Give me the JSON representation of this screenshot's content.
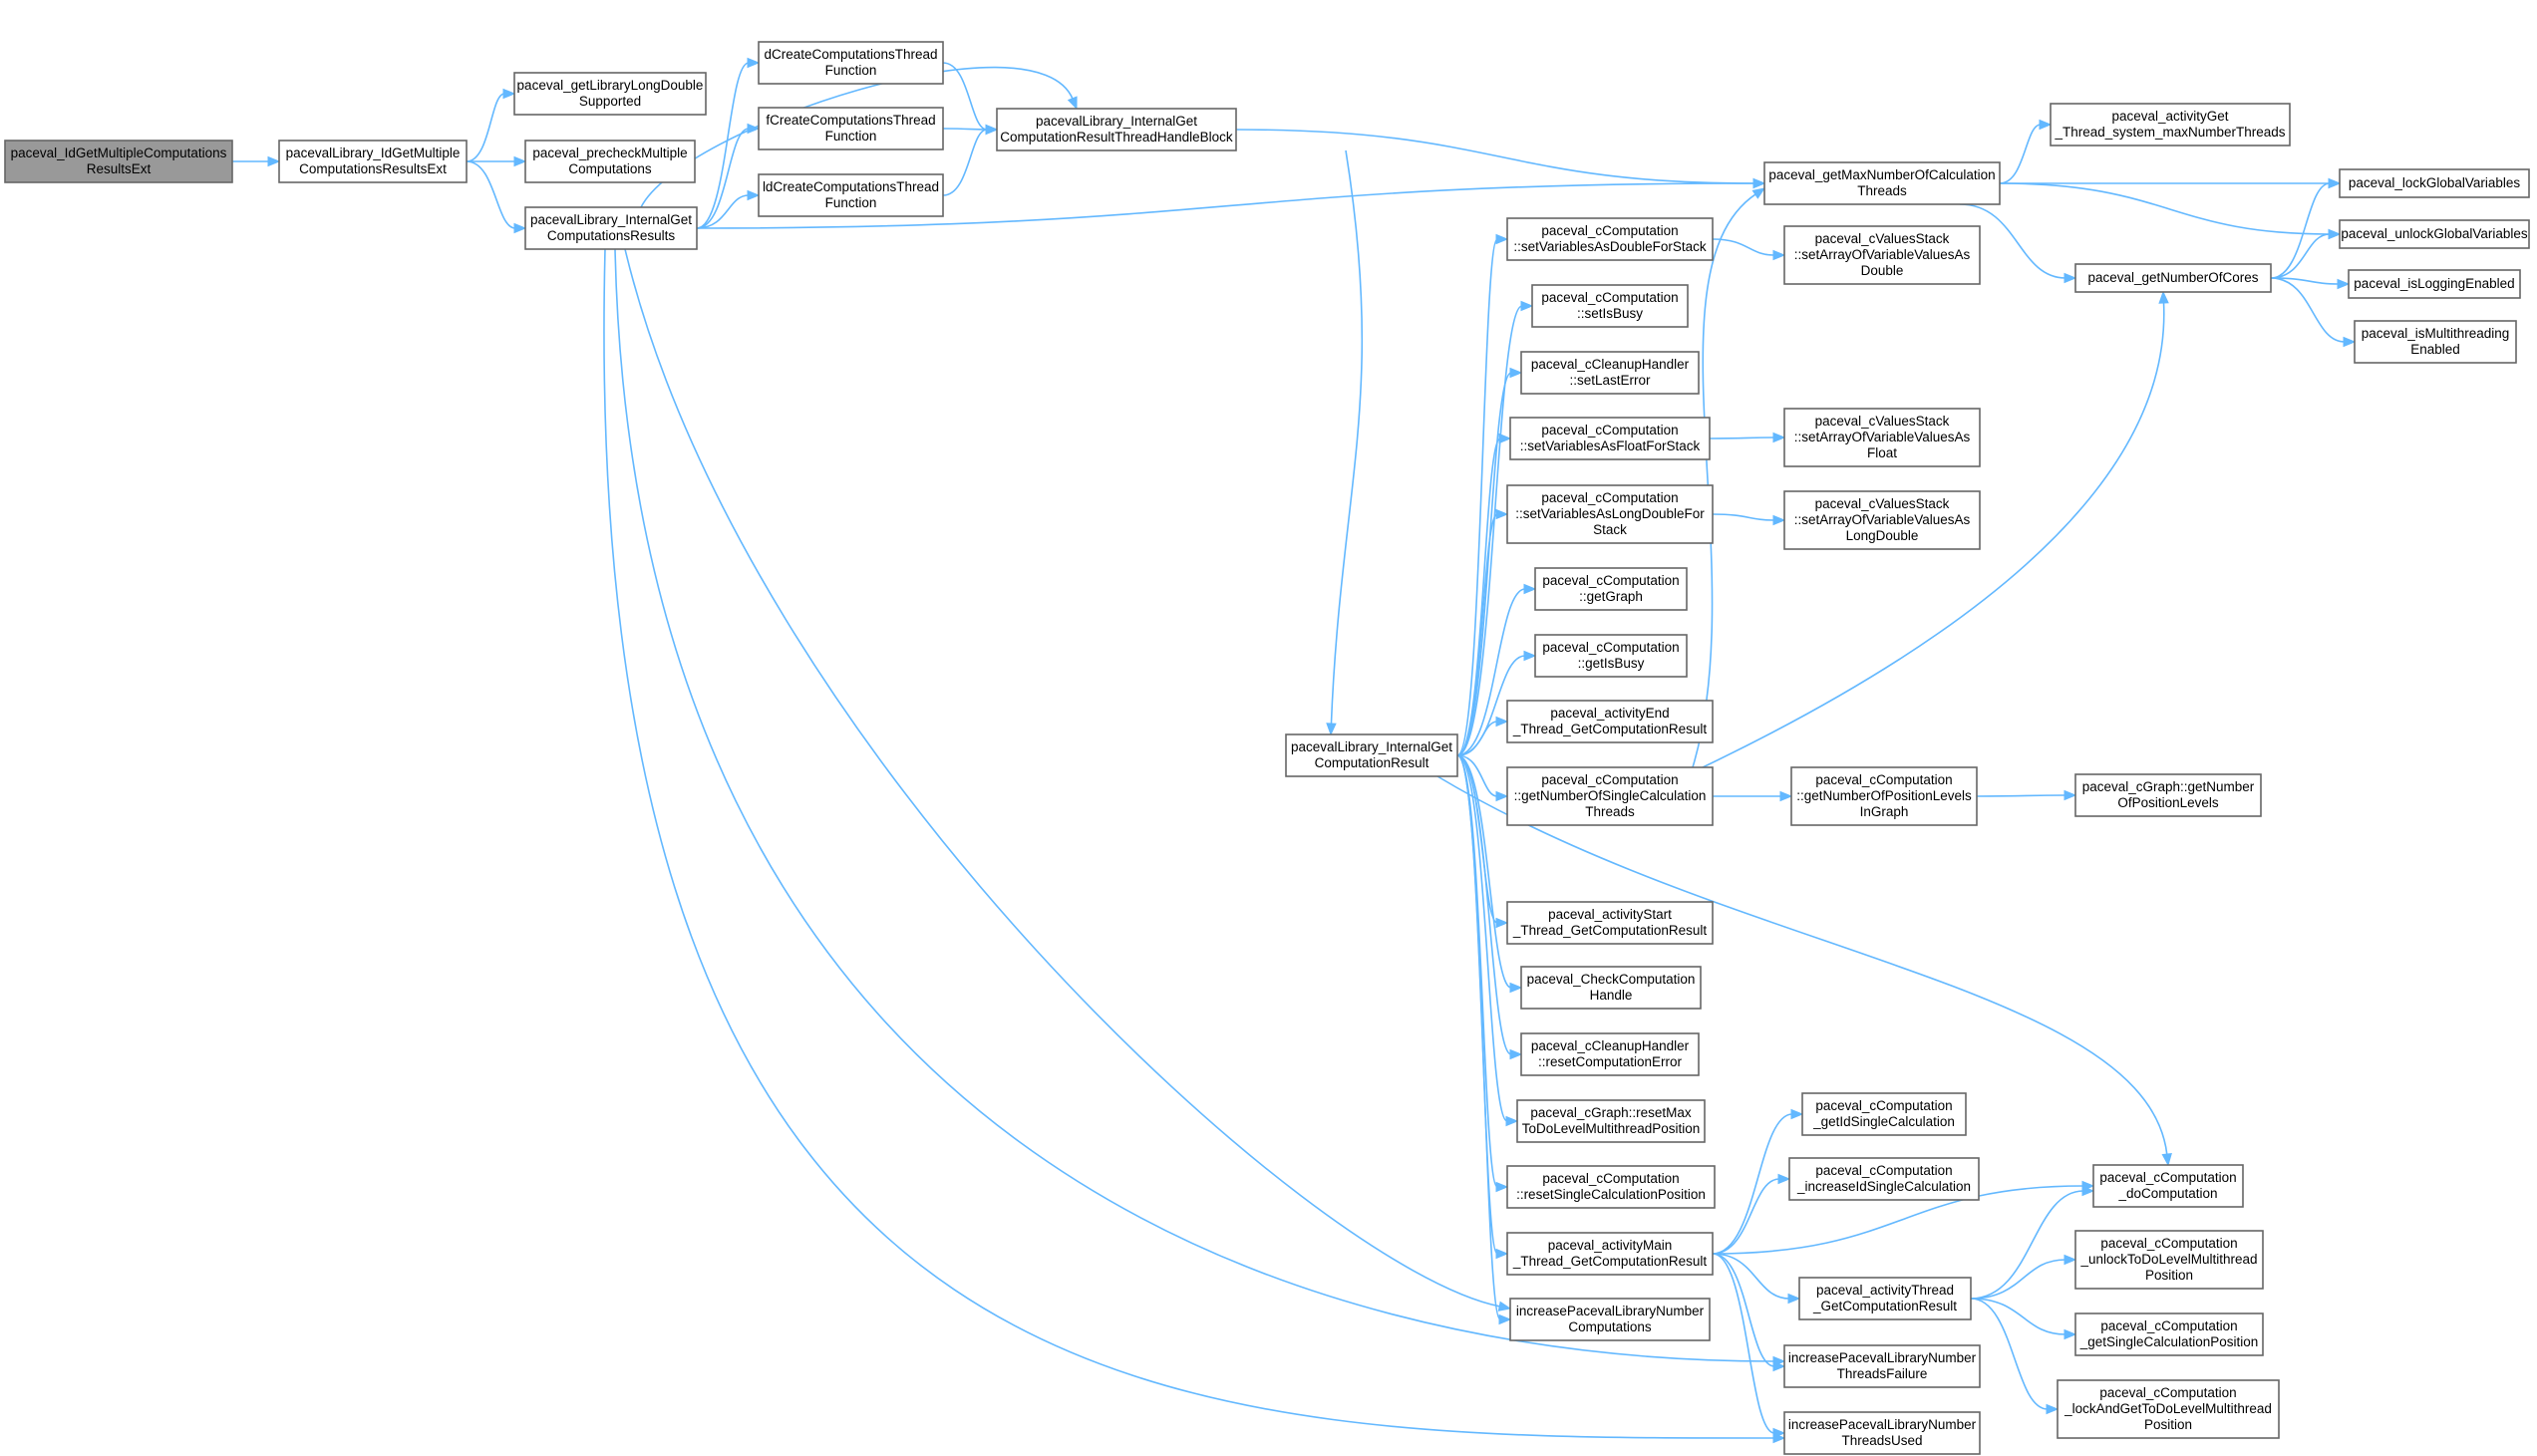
{
  "graph": {
    "edge_color": "#63b8ff",
    "node_border": "#666666",
    "root_fill": "#999999",
    "nodes": [
      {
        "id": "root",
        "lines": [
          "paceval_IdGetMultipleComputations",
          "ResultsExt"
        ]
      },
      {
        "id": "lib_id_ext",
        "lines": [
          "pacevalLibrary_IdGetMultiple",
          "ComputationsResultsExt"
        ]
      },
      {
        "id": "get_long_double",
        "lines": [
          "paceval_getLibraryLongDouble",
          "Supported"
        ]
      },
      {
        "id": "precheck",
        "lines": [
          "paceval_precheckMultiple",
          "Computations"
        ]
      },
      {
        "id": "internal_results",
        "lines": [
          "pacevalLibrary_InternalGet",
          "ComputationsResults"
        ]
      },
      {
        "id": "d_create",
        "lines": [
          "dCreateComputationsThread",
          "Function"
        ]
      },
      {
        "id": "f_create",
        "lines": [
          "fCreateComputationsThread",
          "Function"
        ]
      },
      {
        "id": "ld_create",
        "lines": [
          "ldCreateComputationsThread",
          "Function"
        ]
      },
      {
        "id": "handle_block",
        "lines": [
          "pacevalLibrary_InternalGet",
          "ComputationResultThreadHandleBlock"
        ]
      },
      {
        "id": "internal_result",
        "lines": [
          "pacevalLibrary_InternalGet",
          "ComputationResult"
        ]
      },
      {
        "id": "set_double",
        "lines": [
          "paceval_cComputation",
          "::setVariablesAsDoubleForStack"
        ]
      },
      {
        "id": "set_busy",
        "lines": [
          "paceval_cComputation",
          "::setIsBusy"
        ]
      },
      {
        "id": "set_last_error",
        "lines": [
          "paceval_cCleanupHandler",
          "::setLastError"
        ]
      },
      {
        "id": "set_float",
        "lines": [
          "paceval_cComputation",
          "::setVariablesAsFloatForStack"
        ]
      },
      {
        "id": "set_long_double",
        "lines": [
          "paceval_cComputation",
          "::setVariablesAsLongDoubleFor",
          "Stack"
        ]
      },
      {
        "id": "get_graph",
        "lines": [
          "paceval_cComputation",
          "::getGraph"
        ]
      },
      {
        "id": "get_busy",
        "lines": [
          "paceval_cComputation",
          "::getIsBusy"
        ]
      },
      {
        "id": "activity_end",
        "lines": [
          "paceval_activityEnd",
          "_Thread_GetComputationResult"
        ]
      },
      {
        "id": "num_single_threads",
        "lines": [
          "paceval_cComputation",
          "::getNumberOfSingleCalculation",
          "Threads"
        ]
      },
      {
        "id": "activity_start",
        "lines": [
          "paceval_activityStart",
          "_Thread_GetComputationResult"
        ]
      },
      {
        "id": "check_handle",
        "lines": [
          "paceval_CheckComputation",
          "Handle"
        ]
      },
      {
        "id": "reset_error",
        "lines": [
          "paceval_cCleanupHandler",
          "::resetComputationError"
        ]
      },
      {
        "id": "reset_max",
        "lines": [
          "paceval_cGraph::resetMax",
          "ToDoLevelMultithreadPosition"
        ]
      },
      {
        "id": "reset_single",
        "lines": [
          "paceval_cComputation",
          "::resetSingleCalculationPosition"
        ]
      },
      {
        "id": "activity_main",
        "lines": [
          "paceval_activityMain",
          "_Thread_GetComputationResult"
        ]
      },
      {
        "id": "inc_computations",
        "lines": [
          "increasePacevalLibraryNumber",
          "Computations"
        ]
      },
      {
        "id": "max_threads",
        "lines": [
          "paceval_getMaxNumberOfCalculation",
          "Threads"
        ]
      },
      {
        "id": "vs_double",
        "lines": [
          "paceval_cValuesStack",
          "::setArrayOfVariableValuesAs",
          "Double"
        ]
      },
      {
        "id": "vs_float",
        "lines": [
          "paceval_cValuesStack",
          "::setArrayOfVariableValuesAs",
          "Float"
        ]
      },
      {
        "id": "vs_long_double",
        "lines": [
          "paceval_cValuesStack",
          "::setArrayOfVariableValuesAs",
          "LongDouble"
        ]
      },
      {
        "id": "pos_levels_graph",
        "lines": [
          "paceval_cComputation",
          "::getNumberOfPositionLevels",
          "InGraph"
        ]
      },
      {
        "id": "get_id_single",
        "lines": [
          "paceval_cComputation",
          "_getIdSingleCalculation"
        ]
      },
      {
        "id": "inc_id_single",
        "lines": [
          "paceval_cComputation",
          "_increaseIdSingleCalculation"
        ]
      },
      {
        "id": "activity_thread",
        "lines": [
          "paceval_activityThread",
          "_GetComputationResult"
        ]
      },
      {
        "id": "inc_failure",
        "lines": [
          "increasePacevalLibraryNumber",
          "ThreadsFailure"
        ]
      },
      {
        "id": "inc_used",
        "lines": [
          "increasePacevalLibraryNumber",
          "ThreadsUsed"
        ]
      },
      {
        "id": "system_max_threads",
        "lines": [
          "paceval_activityGet",
          "_Thread_system_maxNumberThreads"
        ]
      },
      {
        "id": "num_cores",
        "lines": [
          "paceval_getNumberOfCores"
        ]
      },
      {
        "id": "graph_pos_levels",
        "lines": [
          "paceval_cGraph::getNumber",
          "OfPositionLevels"
        ]
      },
      {
        "id": "do_computation",
        "lines": [
          "paceval_cComputation",
          "_doComputation"
        ]
      },
      {
        "id": "unlock_todo",
        "lines": [
          "paceval_cComputation",
          "_unlockToDoLevelMultithread",
          "Position"
        ]
      },
      {
        "id": "get_single_pos",
        "lines": [
          "paceval_cComputation",
          "_getSingleCalculationPosition"
        ]
      },
      {
        "id": "lock_get_todo",
        "lines": [
          "paceval_cComputation",
          "_lockAndGetToDoLevelMultithread",
          "Position"
        ]
      },
      {
        "id": "lock_global",
        "lines": [
          "paceval_lockGlobalVariables"
        ]
      },
      {
        "id": "unlock_global",
        "lines": [
          "paceval_unlockGlobalVariables"
        ]
      },
      {
        "id": "logging",
        "lines": [
          "paceval_isLoggingEnabled"
        ]
      },
      {
        "id": "multithreading",
        "lines": [
          "paceval_isMultithreading",
          "Enabled"
        ]
      }
    ]
  }
}
